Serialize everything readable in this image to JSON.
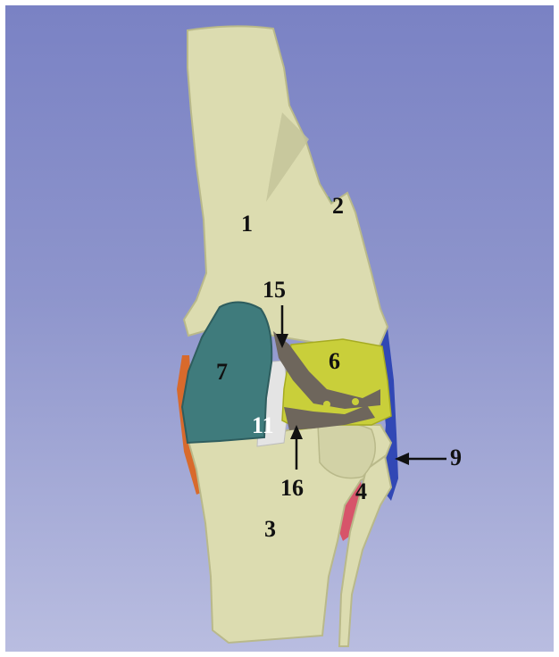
{
  "labels": {
    "l1": "1",
    "l2": "2",
    "l3": "3",
    "l4": "4",
    "l6": "6",
    "l7": "7",
    "l9": "9",
    "l11": "11",
    "l15": "15",
    "l16": "16"
  },
  "colors": {
    "background_top": "#7a82c4",
    "background_bottom": "#b9bde0",
    "bone": "#dcdcb0",
    "muscle_teal": "#3f7b7c",
    "ligament_yellow": "#c9cf3a",
    "grey_structure": "#6e665c",
    "green_band": "#3fa243",
    "blue_band": "#3148b5",
    "red_structure": "#d7546a",
    "orange_structure": "#d86a2c",
    "white_structure": "#e4e4e4"
  }
}
